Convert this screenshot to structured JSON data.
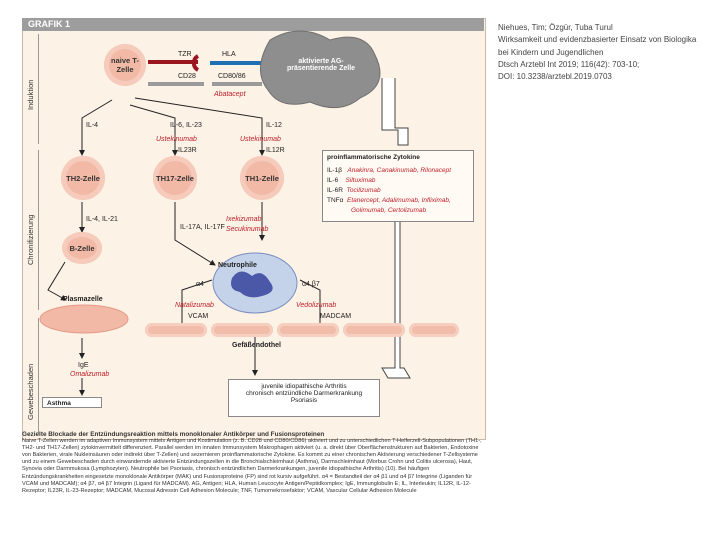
{
  "header": {
    "title": "GRAFIK 1"
  },
  "phases": {
    "induction": "Induktion",
    "chronification": "Chronifizierung",
    "tissue_damage": "Gewebeschaden"
  },
  "cells": {
    "naive": "naive T-Zelle",
    "apc": "aktivierte AG-präsentierende Zelle",
    "th2": "TH2-Zelle",
    "th17": "TH17-Zelle",
    "th1": "TH1-Zelle",
    "bcell": "B-Zelle",
    "plasma": "Plasmazelle",
    "neutrophil": "Neutrophile",
    "endothelium": "Gefäßendothel"
  },
  "receptors": {
    "tcr": "TZR",
    "hla": "HLA",
    "cd28": "CD28",
    "cd80": "CD80/86",
    "abatacept": "Abatacept"
  },
  "labels": {
    "il4": "IL-4",
    "il6_23": "IL-6, IL-23",
    "il12": "IL-12",
    "ustek1": "Ustekinumab",
    "il23r": "IL23R",
    "ustek2": "Ustekinumab",
    "il12r": "IL12R",
    "il4_21": "IL-4, IL-21",
    "il17": "IL-17A, IL-17F",
    "ixe": "Ixekizumab",
    "secu": "Secukinumab",
    "a4_left": "α4",
    "a4b7": "α4 β7",
    "natal": "Natalizumab",
    "vedol": "Vedolizumab",
    "vcam": "VCAM",
    "madcam": "MADCAM",
    "ige": "IgE",
    "omal": "Omalizumab"
  },
  "cytokines": {
    "title": "proinflammatorische Zytokine",
    "rows": [
      {
        "name": "IL-1β",
        "drugs": "Anakinra, Canakinumab, Rilonacept"
      },
      {
        "name": "IL-6",
        "drugs": "Siltuximab"
      },
      {
        "name": "IL-6R",
        "drugs": "Tocilizumab"
      },
      {
        "name": "TNFα",
        "drugs": "Etanercept, Adalimumab, Infliximab,"
      },
      {
        "name": "",
        "drugs": "Golimumab, Certolizumab"
      }
    ]
  },
  "diseases": {
    "line1": "juvenile idiopathische Arthritis",
    "line2": "chronisch entzündliche Darmerkrankung",
    "line3": "Psoriasis"
  },
  "asthma": "Asthma",
  "caption": {
    "title": "Gezielte Blockade der Entzündungsreaktion mittels monoklonaler Antikörper und Fusionsproteinen",
    "body": "Naive T-Zellen werden im adaptiven Immunsystem mittels Antigen und Kostimulation (z. B. CD28 und CD80/CD86) aktiviert und zu unterschiedlichen T-Helferzell-Subpopulationen (TH1-, TH2- und TH17-Zellen) zytokinvermittelt differenziert. Parallel werden im innaten Immunsystem Makrophagen aktiviert (u. a. direkt über Oberflächenstrukturen auf Bakterien, Endotoxine von Bakterien, virale Nukleinsäuren oder indirekt über T-Zellen) und sezernieren proinflammatorische Zytokine. Es kommt zu einer chronischen Aktivierung verschiedener T-Zellsysteme und zu einem Gewebeschaden durch einwandernde aktivierte Entzündungszellen in die Bronchialschleimhaut (Asthma), Darmschleimhaut (Morbus Crohn und Colitis ulcerosa), Haut, Synovia oder Darmmukosa (Lymphozyten). Neutrophile bei Psoriasis, chronisch entzündlichen Darmerkrankungen, juvenile idiopathische Arthritis) (10). Bei häufigen Entzündungskrankheiten eingesetzte monoklonale Antikörper (MAK) und Fusionsproteine (FP) sind rot kursiv aufgeführt. α4 = Bestandteil der α4 β1 und α4 β7 Integrine (Liganden für VCAM und MADCAM); α4 β7, α4 β7 Integrin (Ligand für MADCAM). AG, Antigen; HLA, Human Leucocyte Antigen/Peptidkomplex; IgE, Immunglobulin E; IL, Interleukin; IL12R, IL-12-Rezeptor; IL23R, IL-23-Rezeptor; MADCAM, Mucosal Adressin Cell Adhesion Molecule; TNF, Tumornekrosefaktor; VCAM, Vascular Cellular Adhesion Molecule"
  },
  "citation": {
    "authors": "Niehues, Tim; Özgür, Tuba Turul",
    "title": "Wirksamkeit und evidenzbasierter Einsatz von Biologika bei Kindern und Jugendlichen",
    "journal": "Dtsch Arztebl Int 2019; 116(42): 703-10;",
    "doi": "DOI: 10.3238/arztebl.2019.0703"
  }
}
